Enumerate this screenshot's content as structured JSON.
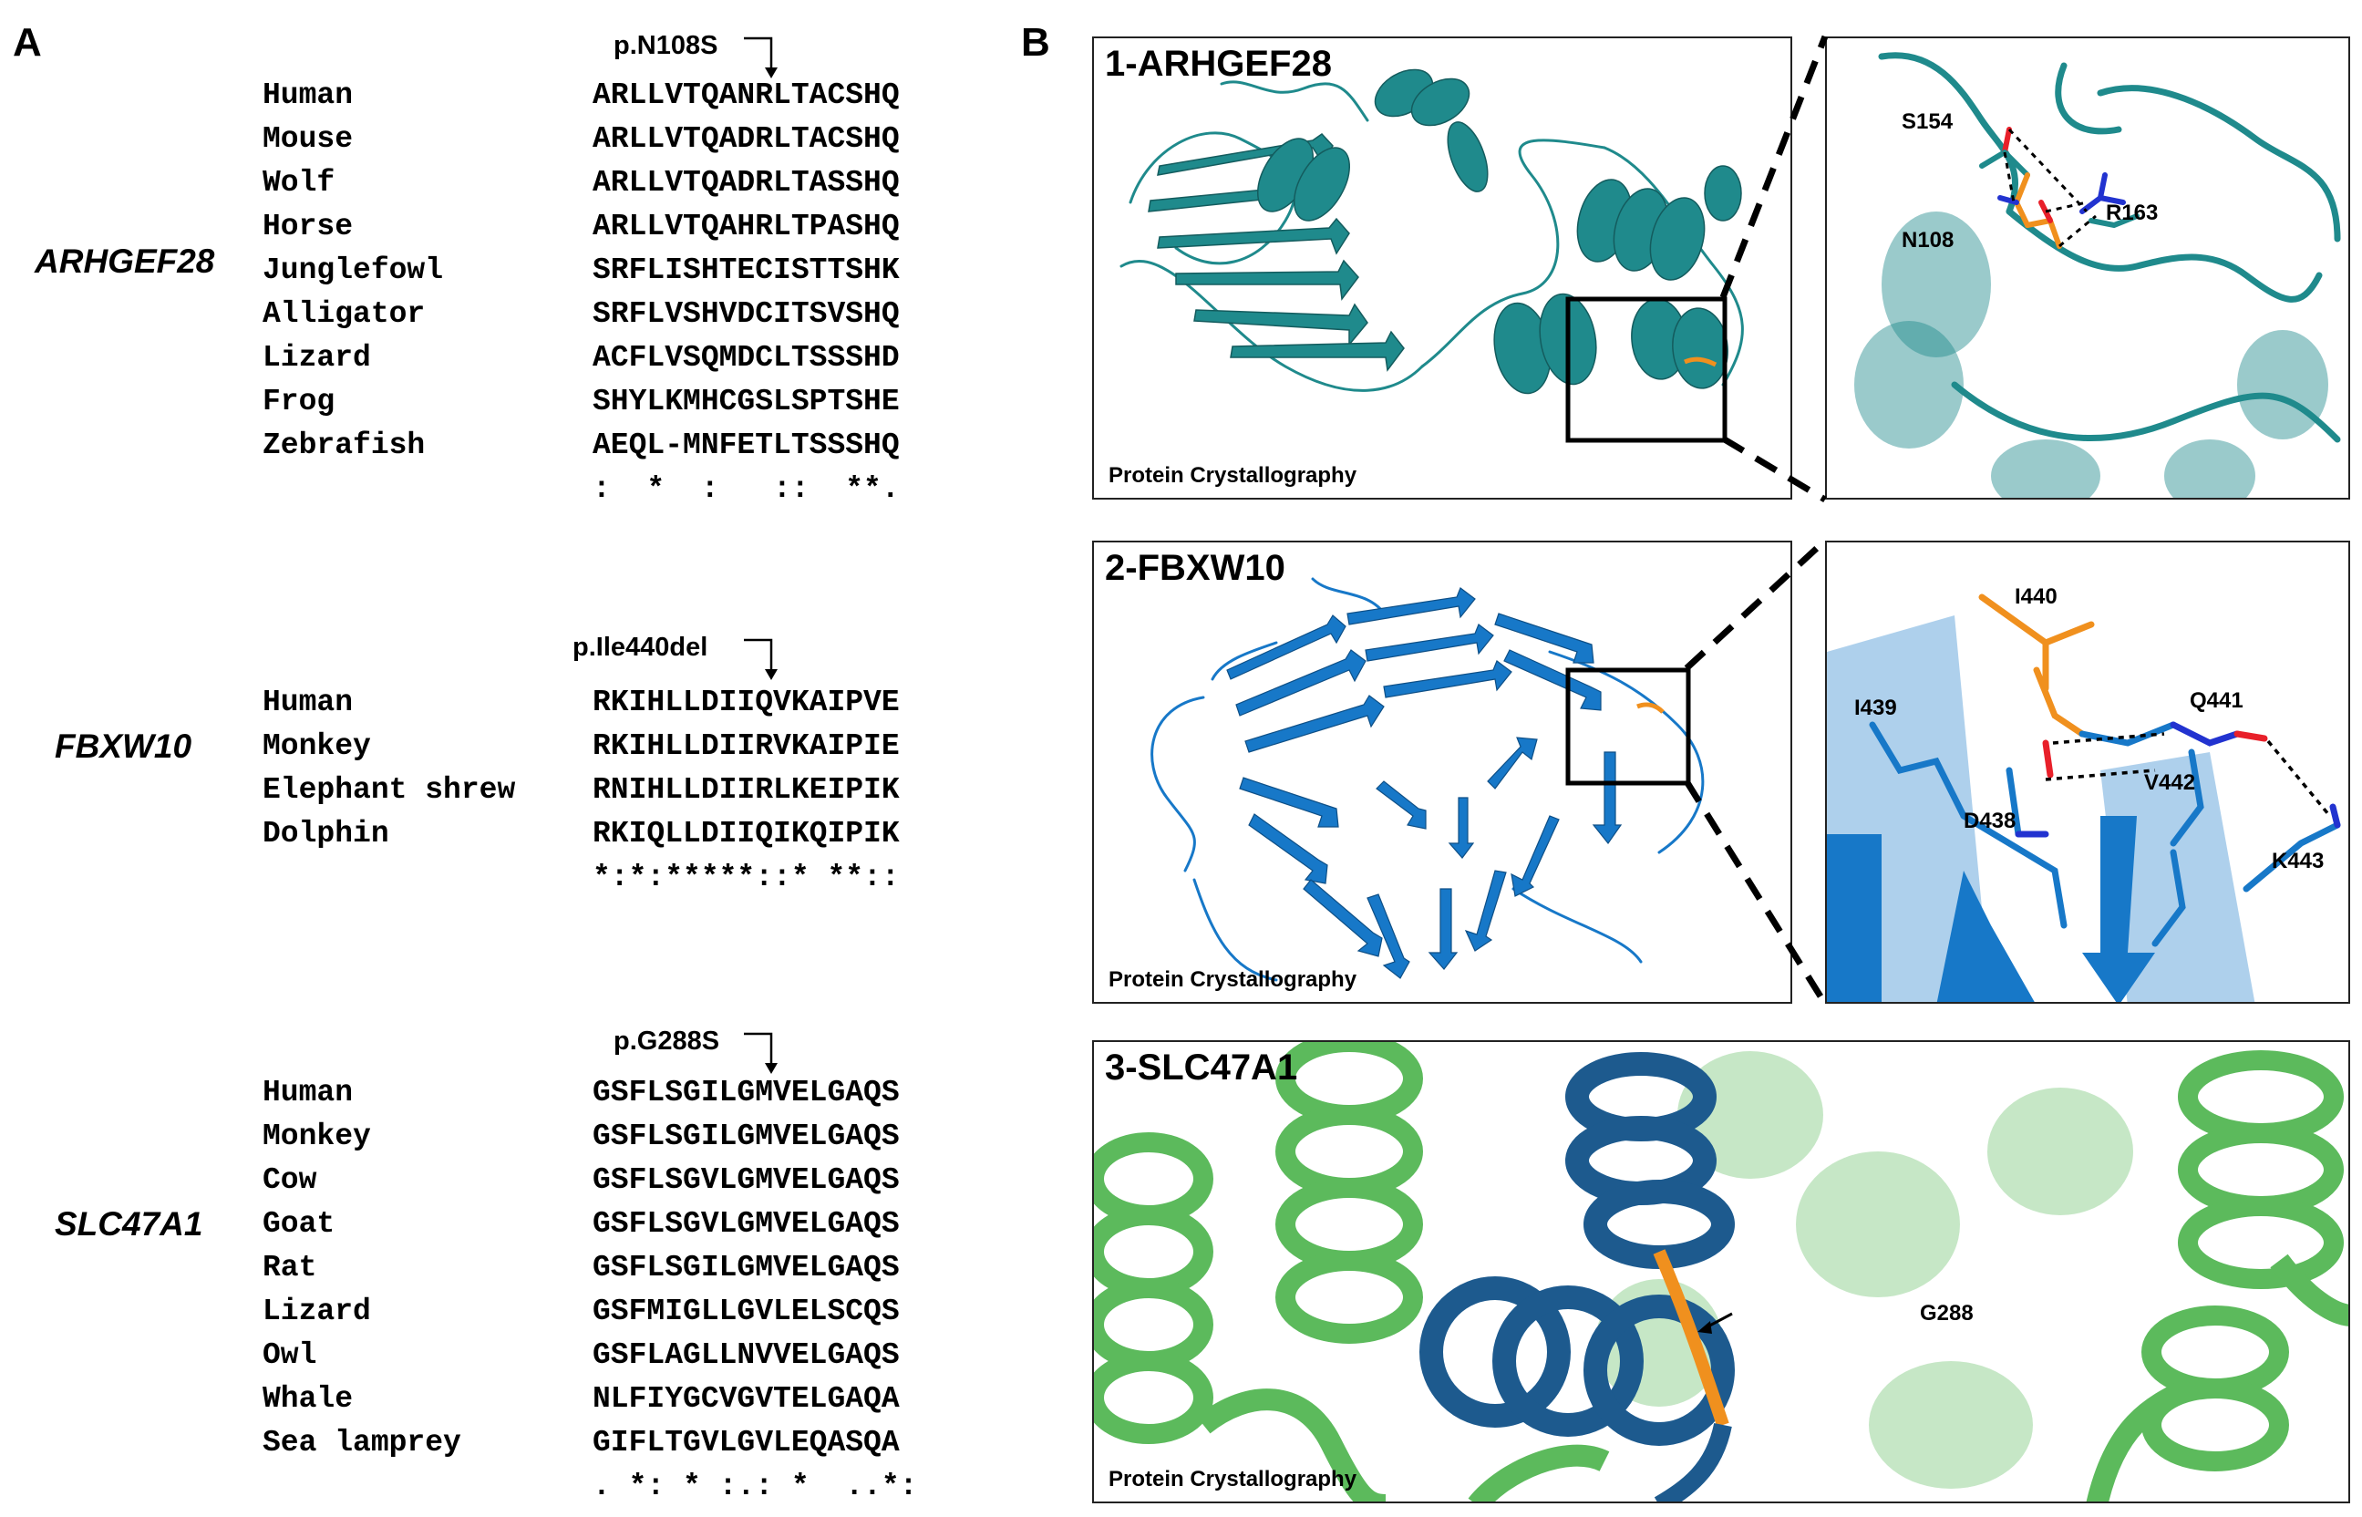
{
  "panelA": {
    "letter": "A",
    "blocks": [
      {
        "gene": "ARHGEF28",
        "mutation": "p.N108S",
        "rows": [
          {
            "species": "Human",
            "seq": "ARLLVTQANRLTACSHQ"
          },
          {
            "species": "Mouse",
            "seq": "ARLLVTQADRLTACSHQ"
          },
          {
            "species": "Wolf",
            "seq": "ARLLVTQADRLTASSHQ"
          },
          {
            "species": "Horse",
            "seq": "ARLLVTQAHRLTPASHQ"
          },
          {
            "species": "Junglefowl",
            "seq": "SRFLISHTECISTTSHK"
          },
          {
            "species": "Alligator",
            "seq": "SRFLVSHVDCITSVSHQ"
          },
          {
            "species": "Lizard",
            "seq": "ACFLVSQMDCLTSSSHD"
          },
          {
            "species": "Frog",
            "seq": "SHYLKMHCGSLSPTSHE"
          },
          {
            "species": "Zebrafish",
            "seq": "AEQL-MNFETLTSSSHQ"
          }
        ],
        "conservation": ":  *  :   ::  **."
      },
      {
        "gene": "FBXW10",
        "mutation": "p.Ile440del",
        "rows": [
          {
            "species": "Human",
            "seq": "RKIHLLDIIQVKAIPVE"
          },
          {
            "species": "Monkey",
            "seq": "RKIHLLDIIRVKAIPIE"
          },
          {
            "species": "Elephant shrew",
            "seq": "RNIHLLDIIRLKEIPIK"
          },
          {
            "species": "Dolphin",
            "seq": "RKIQLLDIIQIKQIPIK"
          }
        ],
        "conservation": "*:*:*****::* **::"
      },
      {
        "gene": "SLC47A1",
        "mutation": "p.G288S",
        "rows": [
          {
            "species": "Human",
            "seq": "GSFLSGILGMVELGAQS"
          },
          {
            "species": "Monkey",
            "seq": "GSFLSGILGMVELGAQS"
          },
          {
            "species": "Cow",
            "seq": "GSFLSGVLGMVELGAQS"
          },
          {
            "species": "Goat",
            "seq": "GSFLSGVLGMVELGAQS"
          },
          {
            "species": "Rat",
            "seq": "GSFLSGILGMVELGAQS"
          },
          {
            "species": "Lizard",
            "seq": "GSFMIGLLGVLELSCQS"
          },
          {
            "species": "Owl",
            "seq": "GSFLAGLLNVVELGAQS"
          },
          {
            "species": "Whale",
            "seq": "NLFIYGCVGVTELGAQA"
          },
          {
            "species": "Sea lamprey",
            "seq": "GIFLTGVLGVLEQASQA"
          }
        ],
        "conservation": ". *: * :.: *  ..*:"
      }
    ]
  },
  "panelB": {
    "letter": "B",
    "structures": [
      {
        "title": "1-ARHGEF28",
        "method": "Protein Crystallography",
        "zoom_residues": [
          "S154",
          "N108",
          "R163"
        ]
      },
      {
        "title": "2-FBXW10",
        "method": "Protein Crystallography",
        "zoom_residues": [
          "I440",
          "I439",
          "Q441",
          "V442",
          "D438",
          "K443"
        ]
      },
      {
        "title": "3-SLC47A1",
        "method": "Protein Crystallography",
        "annotation": "G288"
      }
    ],
    "colors": {
      "teal": "#1f8a8c",
      "blue": "#1778c8",
      "navy": "#1d5a8e",
      "green": "#5cba5c",
      "mutation_orange": "#f0901e",
      "oxygen_red": "#e8202a",
      "nitrogen_blue": "#2233d0"
    }
  }
}
